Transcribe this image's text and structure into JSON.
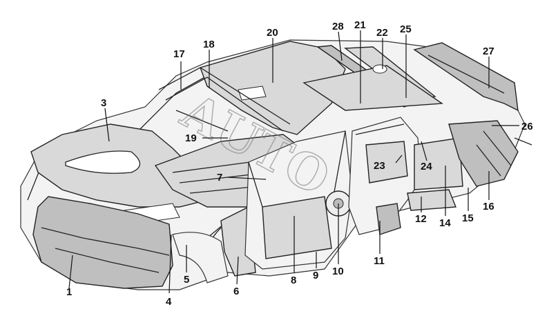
{
  "diagram": {
    "watermark": "AUTO",
    "callouts": [
      {
        "id": "c1",
        "label": "1"
      },
      {
        "id": "c3",
        "label": "3"
      },
      {
        "id": "c4",
        "label": "4"
      },
      {
        "id": "c5",
        "label": "5"
      },
      {
        "id": "c6",
        "label": "6"
      },
      {
        "id": "c7",
        "label": "7"
      },
      {
        "id": "c8",
        "label": "8"
      },
      {
        "id": "c9",
        "label": "9"
      },
      {
        "id": "c10",
        "label": "10"
      },
      {
        "id": "c11",
        "label": "11"
      },
      {
        "id": "c12",
        "label": "12"
      },
      {
        "id": "c14",
        "label": "14"
      },
      {
        "id": "c15",
        "label": "15"
      },
      {
        "id": "c16",
        "label": "16"
      },
      {
        "id": "c17",
        "label": "17"
      },
      {
        "id": "c18",
        "label": "18"
      },
      {
        "id": "c19",
        "label": "19"
      },
      {
        "id": "c20",
        "label": "20"
      },
      {
        "id": "c21",
        "label": "21"
      },
      {
        "id": "c22",
        "label": "22"
      },
      {
        "id": "c23",
        "label": "23"
      },
      {
        "id": "c24",
        "label": "24"
      },
      {
        "id": "c25",
        "label": "25"
      },
      {
        "id": "c26",
        "label": "26"
      },
      {
        "id": "c27",
        "label": "27"
      },
      {
        "id": "c28",
        "label": "28"
      }
    ]
  }
}
